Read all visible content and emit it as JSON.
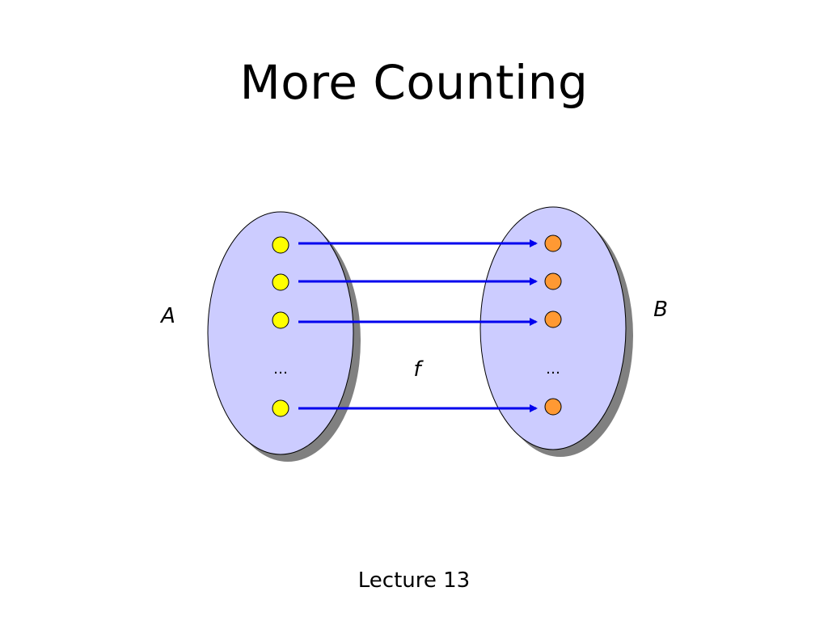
{
  "slide": {
    "title": "More Counting",
    "footer": "Lecture 13"
  },
  "diagram": {
    "set_a": {
      "label": "A",
      "ellipsis": "…",
      "fill_color": "#ccccff",
      "shadow_color": "#808080",
      "element_color": "#ffff00",
      "element_count": 4
    },
    "set_b": {
      "label": "B",
      "ellipsis": "…",
      "fill_color": "#ccccff",
      "shadow_color": "#808080",
      "element_color": "#ff9933",
      "element_count": 4
    },
    "function": {
      "label": "f",
      "arrow_color": "#0000ee",
      "arrow_count": 4
    }
  }
}
